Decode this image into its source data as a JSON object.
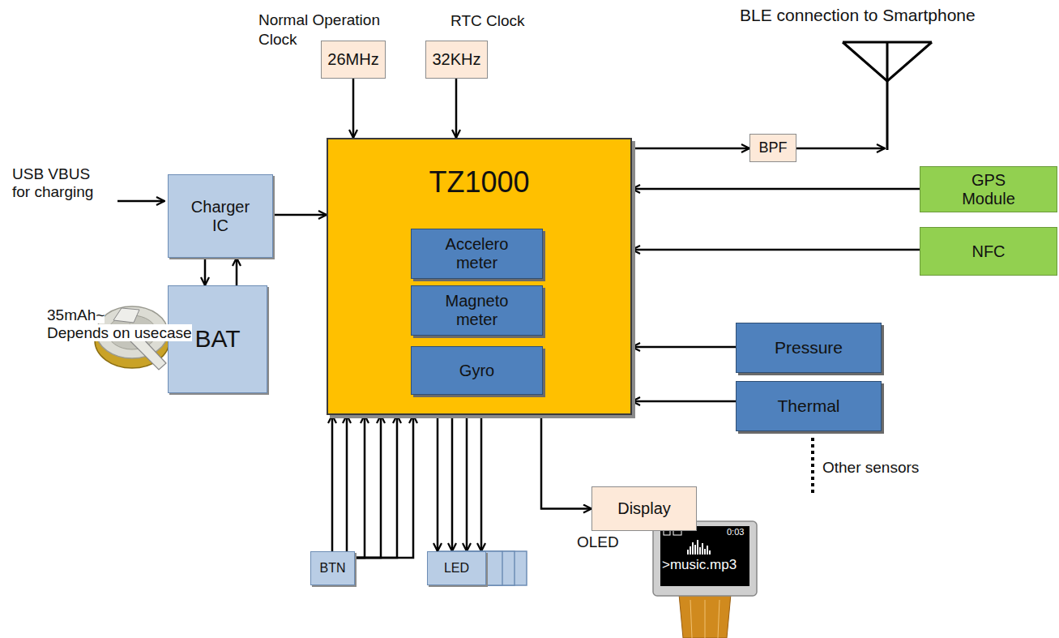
{
  "diagram": {
    "nodes": [
      {
        "text": [
          "Normal Operation Clock",
          "26MHz"
        ]
      },
      {
        "text": [
          "RTC Clock",
          "32KHz"
        ]
      },
      {
        "text": [
          "TZ1000"
        ]
      },
      {
        "text": [
          "Accelero meter"
        ],
        "in": 2
      },
      {
        "text": [
          "Magneto meter"
        ],
        "in": 2
      },
      {
        "text": [
          "Gyro"
        ],
        "in": 2
      },
      {
        "text": [
          "Charger IC"
        ]
      },
      {
        "text": [
          "BAT"
        ]
      },
      {
        "text": [
          "BPF"
        ]
      },
      {
        "text": [
          "GPS Module"
        ]
      },
      {
        "text": [
          "NFC"
        ]
      },
      {
        "text": [
          "Pressure"
        ]
      },
      {
        "text": [
          "Thermal"
        ]
      },
      {
        "text": [
          "BTN"
        ]
      },
      {
        "text": [
          "LED"
        ]
      },
      {
        "text": [
          "Display"
        ]
      }
    ],
    "edges": [
      {
        "from": 0,
        "to": 2,
        "arrow": "to"
      },
      {
        "from": 1,
        "to": 2,
        "arrow": "to"
      },
      {
        "from": 6,
        "to": 2,
        "arrow": "to"
      },
      {
        "from": 6,
        "to": 7,
        "arrow": "to"
      },
      {
        "from": 7,
        "to": 6,
        "arrow": "to"
      },
      {
        "from": 2,
        "to": 8,
        "arrow": "to"
      },
      {
        "from": 9,
        "to": 2,
        "arrow": "to"
      },
      {
        "from": 10,
        "to": 2,
        "arrow": "to"
      },
      {
        "from": 11,
        "to": 2,
        "arrow": "to"
      },
      {
        "from": 12,
        "to": 2,
        "arrow": "to"
      },
      {
        "from": 13,
        "to": 2,
        "arrow": "to"
      },
      {
        "from": 13,
        "to": 2,
        "arrow": "to"
      },
      {
        "from": 13,
        "to": 2,
        "arrow": "to"
      },
      {
        "from": 13,
        "to": 2,
        "arrow": "to"
      },
      {
        "from": 13,
        "to": 2,
        "arrow": "to"
      },
      {
        "from": 13,
        "to": 2,
        "arrow": "to"
      },
      {
        "from": 2,
        "to": 14,
        "arrow": "to"
      },
      {
        "from": 2,
        "to": 14,
        "arrow": "to"
      },
      {
        "from": 2,
        "to": 14,
        "arrow": "to"
      },
      {
        "from": 2,
        "to": 14,
        "arrow": "to"
      },
      {
        "from": 2,
        "to": 15,
        "arrow": "to"
      }
    ],
    "labels": [
      "BLE connection to Smartphone",
      "USB VBUS for charging",
      "35mAh~ Depends on usecase",
      "Other sensors",
      "OLED",
      "0:03",
      ">music.mp3"
    ]
  }
}
